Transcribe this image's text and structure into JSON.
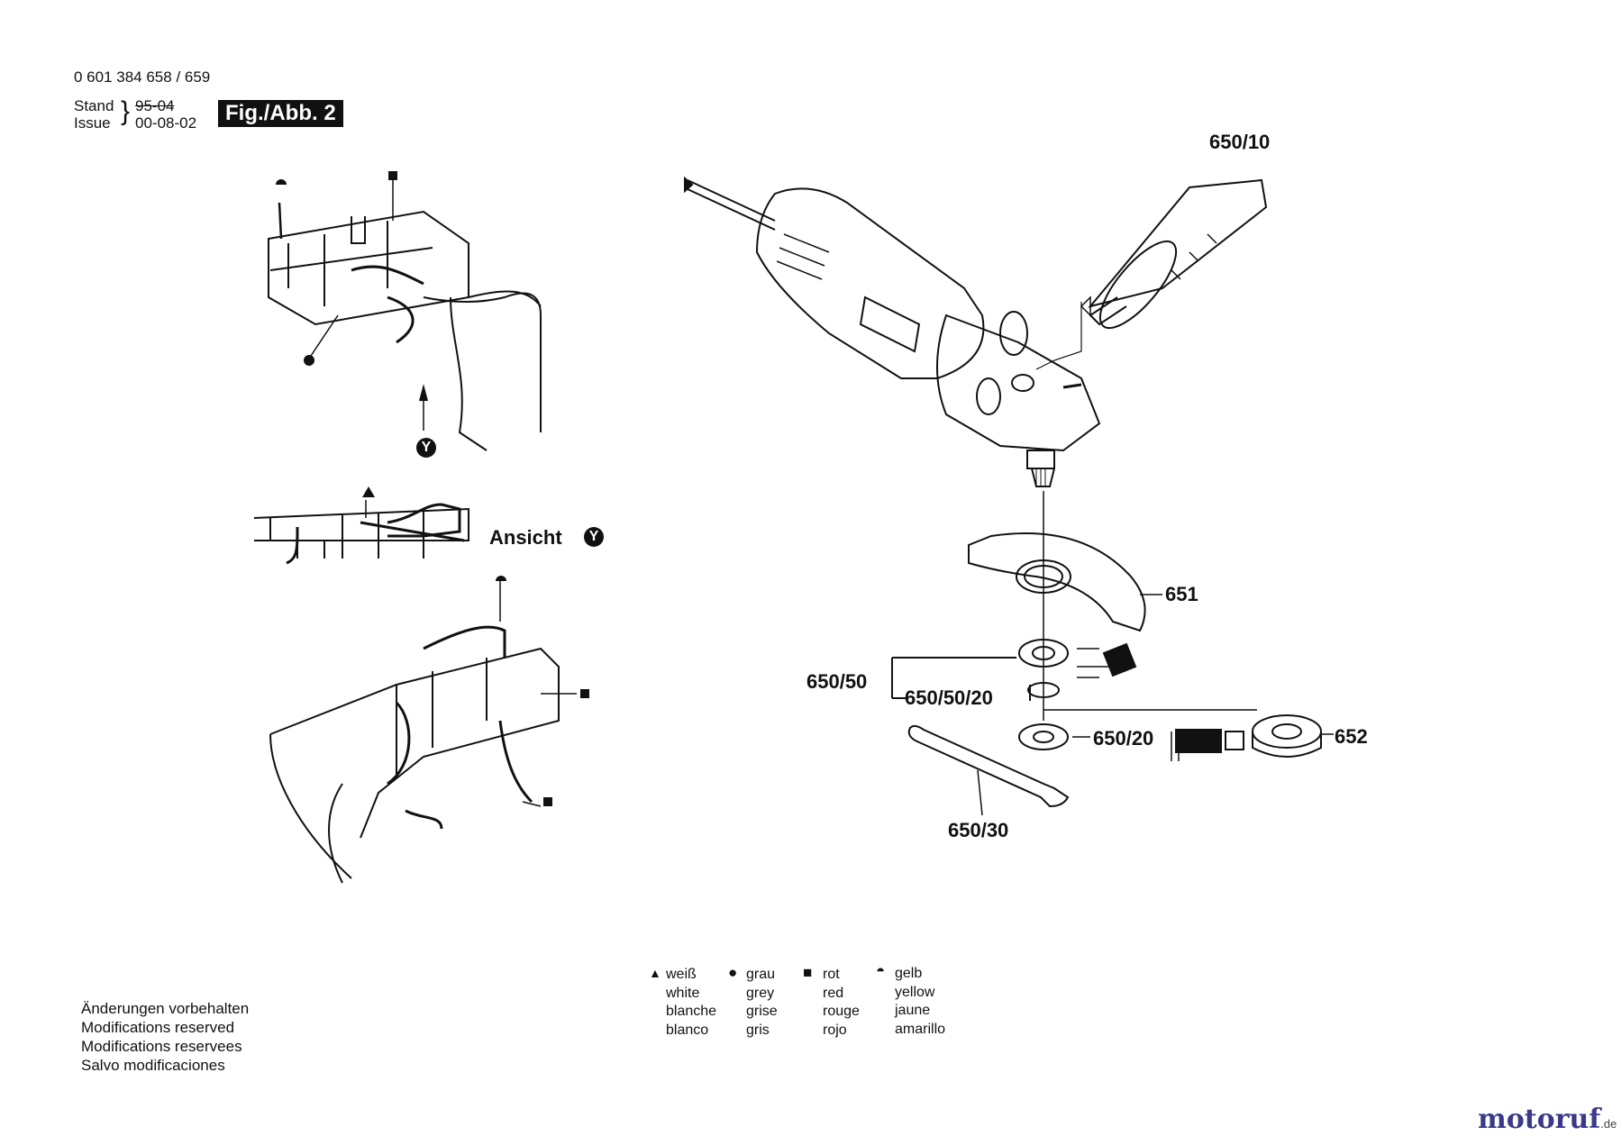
{
  "header": {
    "part_number": "0 601 384 658 / 659",
    "stand_label": "Stand",
    "issue_label": "Issue",
    "stand_value": "95-04",
    "issue_value": "00-08-02",
    "figure_label": "Fig./Abb. 2"
  },
  "callouts": {
    "handle": "650/10",
    "guard": "651",
    "flange_group": "650/50",
    "oring": "650/50/20",
    "nut": "650/20",
    "quick_nut": "652",
    "spanner": "650/30"
  },
  "views": {
    "ansicht_label": "Ansicht",
    "view_marker": "Y"
  },
  "legend": [
    {
      "symbol": "triangle",
      "lines": [
        "weiß",
        "white",
        "blanche",
        "blanco"
      ]
    },
    {
      "symbol": "circle",
      "lines": [
        "grau",
        "grey",
        "grise",
        "gris"
      ]
    },
    {
      "symbol": "square",
      "lines": [
        "rot",
        "red",
        "rouge",
        "rojo"
      ]
    },
    {
      "symbol": "half-circle",
      "lines": [
        "gelb",
        "yellow",
        "jaune",
        "amarillo"
      ]
    }
  ],
  "notice": [
    "Änderungen vorbehalten",
    "Modifications reserved",
    "Modifications reservees",
    "Salvo modificaciones"
  ],
  "watermark": {
    "brand": "motoruf",
    "tld": ".de"
  }
}
